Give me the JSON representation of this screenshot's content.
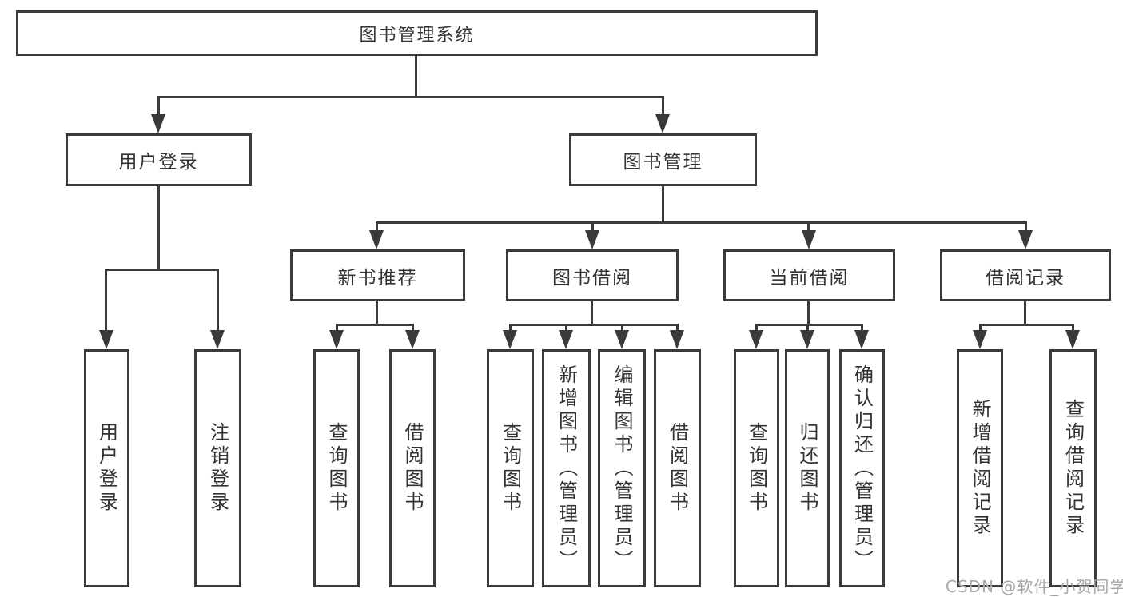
{
  "colors": {
    "line": "#3a3a3a",
    "text": "#333333",
    "watermark": "#a6a6a6",
    "background": "#ffffff"
  },
  "diagram": {
    "type": "tree",
    "root": {
      "label": "图书管理系统",
      "children": [
        {
          "label": "用户登录",
          "children": [
            {
              "label": "用户登录"
            },
            {
              "label": "注销登录"
            }
          ]
        },
        {
          "label": "图书管理",
          "children": [
            {
              "label": "新书推荐",
              "children": [
                {
                  "label": "查询图书"
                },
                {
                  "label": "借阅图书"
                }
              ]
            },
            {
              "label": "图书借阅",
              "children": [
                {
                  "label": "查询图书"
                },
                {
                  "label": "新增图书（管理员）"
                },
                {
                  "label": "编辑图书（管理员）"
                },
                {
                  "label": "借阅图书"
                }
              ]
            },
            {
              "label": "当前借阅",
              "children": [
                {
                  "label": "查询图书"
                },
                {
                  "label": "归还图书"
                },
                {
                  "label": "确认归还（管理员）"
                }
              ]
            },
            {
              "label": "借阅记录",
              "children": [
                {
                  "label": "新增借阅记录"
                },
                {
                  "label": "查询借阅记录"
                }
              ]
            }
          ]
        }
      ]
    }
  },
  "watermark": {
    "text": "CSDN @软件_小贺同学"
  }
}
